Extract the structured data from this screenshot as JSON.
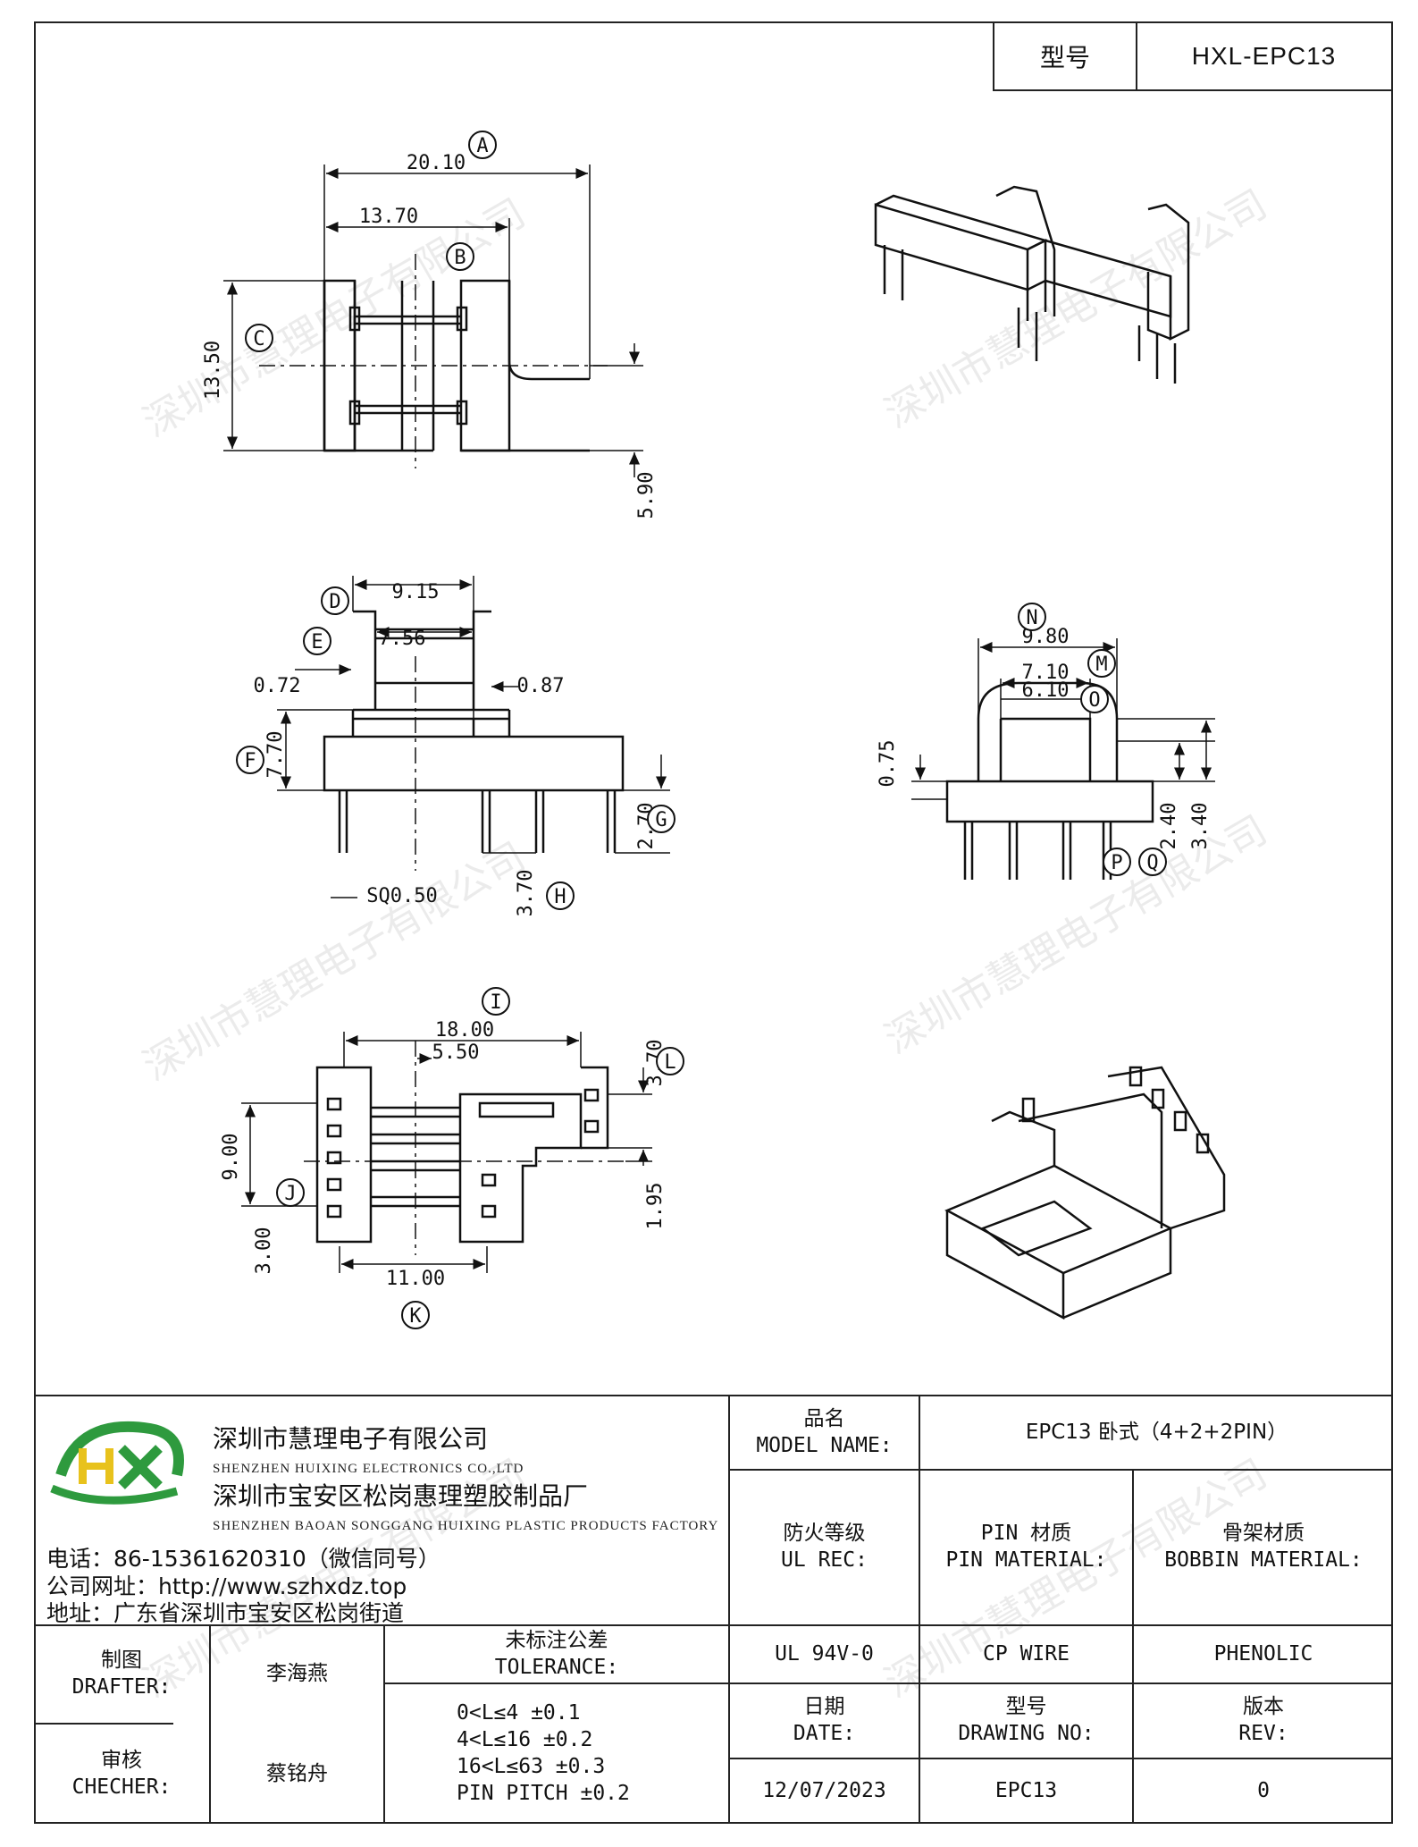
{
  "header": {
    "model_label": "型号",
    "model_value": "HXL-EPC13"
  },
  "dimensions": {
    "A": "20.10",
    "B": "13.70",
    "C": "13.50",
    "v590": "5.90",
    "D": "9.15",
    "E": "7.56",
    "v072": "0.72",
    "v087": "0.87",
    "F": "7.70",
    "G": "2.70",
    "H": "3.70",
    "sq": "SQ0.50",
    "N": "9.80",
    "M": "7.10",
    "O": "6.10",
    "v075": "0.75",
    "P": "2.40",
    "Q": "3.40",
    "I": "18.00",
    "v550": "5.50",
    "L": "3.70",
    "v195": "1.95",
    "v900": "9.00",
    "J": "3.00",
    "K": "11.00"
  },
  "callouts": [
    "A",
    "B",
    "C",
    "D",
    "E",
    "F",
    "G",
    "H",
    "I",
    "J",
    "K",
    "L",
    "M",
    "N",
    "O",
    "P",
    "Q"
  ],
  "watermark": "深圳市慧理电子有限公司",
  "company": {
    "logo": "HX",
    "name_cn": "深圳市慧理电子有限公司",
    "name_en": "SHENZHEN HUIXING ELECTRONICS CO.,LTD",
    "factory_cn": "深圳市宝安区松岗惠理塑胶制品厂",
    "factory_en": "SHENZHEN BAOAN SONGGANG HUIXING PLASTIC PRODUCTS FACTORY",
    "phone": "电话：86-15361620310（微信同号）",
    "website": "公司网址：http://www.szhxdz.top",
    "address": "地址：广东省深圳市宝安区松岗街道"
  },
  "title_block": {
    "model_name_cn": "品名",
    "model_name_en": "MODEL NAME:",
    "model_name_value": "EPC13 卧式（4+2+2PIN）",
    "ul_cn": "防火等级",
    "ul_en": "UL REC:",
    "pin_cn": "PIN 材质",
    "pin_en": "PIN MATERIAL:",
    "bobbin_cn": "骨架材质",
    "bobbin_en": "BOBBIN MATERIAL:",
    "ul_value": "UL 94V-0",
    "pin_value": "CP WIRE",
    "bobbin_value": "PHENOLIC",
    "drafter_cn": "制图",
    "drafter_en": "DRAFTER:",
    "drafter_name": "李海燕",
    "checker_cn": "审核",
    "checker_en": "CHECHER:",
    "checker_name": "蔡铭舟",
    "tol_cn": "未标注公差",
    "tol_en": "TOLERANCE:",
    "tol_lines": [
      "0<L≤4  ±0.1",
      "4<L≤16 ±0.2",
      "16<L≤63 ±0.3",
      "PIN PITCH ±0.2"
    ],
    "date_cn": "日期",
    "date_en": "DATE:",
    "date_value": "12/07/2023",
    "dwg_cn": "型号",
    "dwg_en": "DRAWING NO:",
    "dwg_value": "EPC13",
    "rev_cn": "版本",
    "rev_en": "REV:",
    "rev_value": "0"
  }
}
